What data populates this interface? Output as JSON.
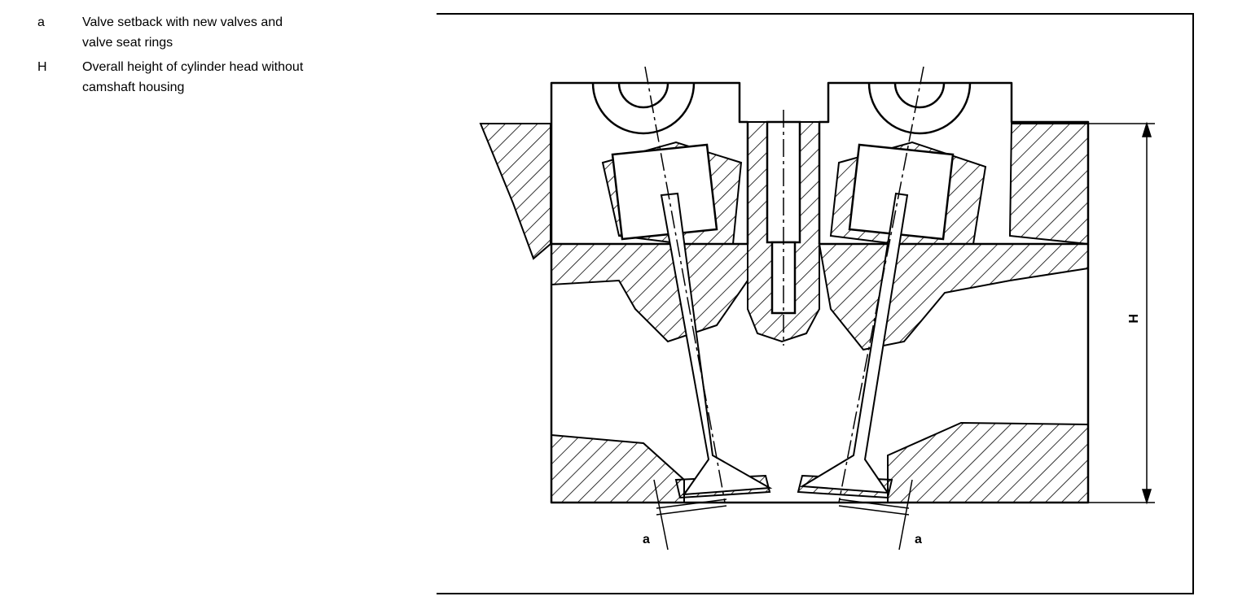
{
  "legend": [
    {
      "key": "a",
      "text": "Valve setback with new valves and\nvalve seat rings"
    },
    {
      "key": "H",
      "text": "Overall height of cylinder head without\ncamshaft housing"
    }
  ],
  "diagram": {
    "label_a_left": "a",
    "label_a_right": "a",
    "label_h": "H"
  }
}
